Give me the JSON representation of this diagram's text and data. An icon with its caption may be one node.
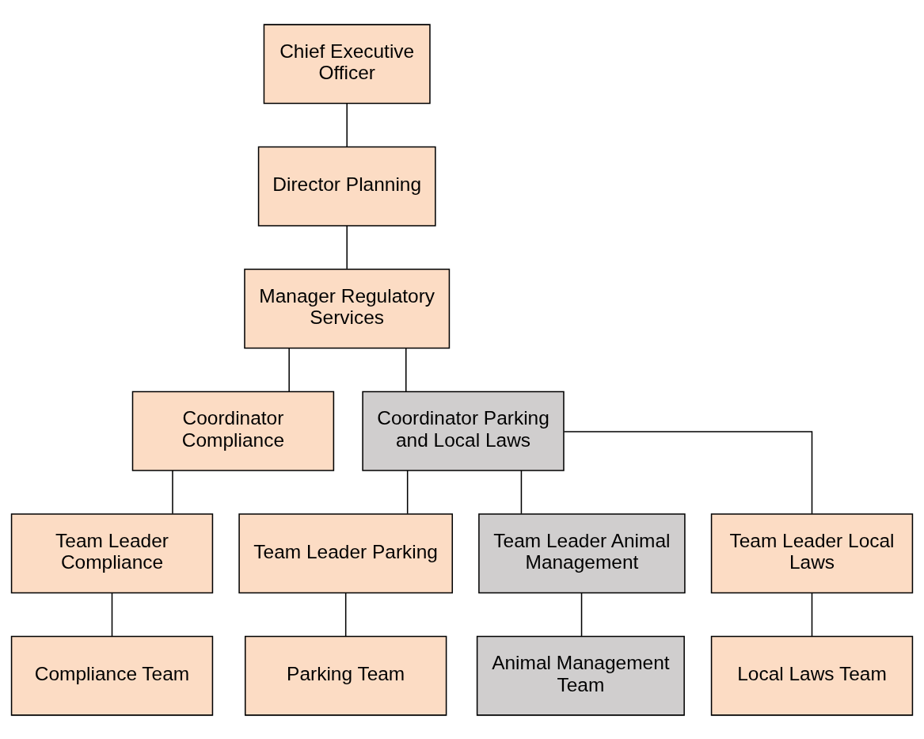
{
  "diagram": {
    "nodes": [
      {
        "text": [
          "Chief Executive Officer"
        ]
      },
      {
        "text": [
          "Director Planning"
        ]
      },
      {
        "text": [
          "Manager Regulatory Services"
        ]
      },
      {
        "text": [
          "Coordinator Compliance"
        ]
      },
      {
        "text": [
          "Coordinator Parking and Local Laws"
        ]
      },
      {
        "text": [
          "Team Leader Compliance"
        ]
      },
      {
        "text": [
          "Team Leader Parking"
        ]
      },
      {
        "text": [
          "Team Leader Animal Management"
        ]
      },
      {
        "text": [
          "Team Leader Local Laws"
        ]
      },
      {
        "text": [
          "Compliance Team"
        ]
      },
      {
        "text": [
          "Parking Team"
        ]
      },
      {
        "text": [
          "Animal Management Team"
        ]
      },
      {
        "text": [
          "Local Laws Team"
        ]
      }
    ],
    "edges": [
      {
        "from": 0,
        "to": 1,
        "arrow": "none"
      },
      {
        "from": 1,
        "to": 2,
        "arrow": "none"
      },
      {
        "from": 2,
        "to": 3,
        "arrow": "none"
      },
      {
        "from": 2,
        "to": 4,
        "arrow": "none"
      },
      {
        "from": 3,
        "to": 5,
        "arrow": "none"
      },
      {
        "from": 4,
        "to": 6,
        "arrow": "none"
      },
      {
        "from": 4,
        "to": 7,
        "arrow": "none"
      },
      {
        "from": 4,
        "to": 8,
        "arrow": "none"
      },
      {
        "from": 5,
        "to": 9,
        "arrow": "none"
      },
      {
        "from": 6,
        "to": 10,
        "arrow": "none"
      },
      {
        "from": 7,
        "to": 11,
        "arrow": "none"
      },
      {
        "from": 8,
        "to": 12,
        "arrow": "none"
      }
    ]
  }
}
